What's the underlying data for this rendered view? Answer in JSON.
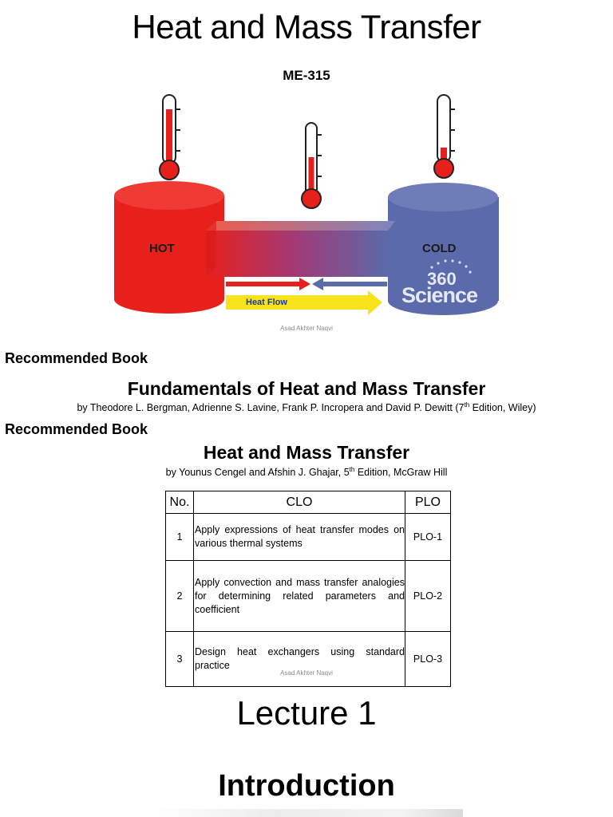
{
  "header": {
    "title": "Heat and Mass Transfer",
    "course_code": "ME-315"
  },
  "illustration": {
    "hot_label": "HOT",
    "cold_label": "COLD",
    "flow_label": "Heat Flow",
    "logo_number": "360",
    "logo_word": "Science",
    "hot_color": "#e8201c",
    "cold_color": "#5b6aaa",
    "flow_arrow_color": "#f7e21c"
  },
  "credit": "Asad Akhter Naqvi",
  "books": [
    {
      "label": "Recommended Book",
      "title": "Fundamentals of Heat and Mass Transfer",
      "by_pre": "by Theodore L. Bergman, Adrienne S. Lavine, Frank P. Incropera and David P. Dewitt (7",
      "by_sup": "th",
      "by_post": " Edition, Wiley)"
    },
    {
      "label": "Recommended Book",
      "title": "Heat and Mass Transfer",
      "by_pre": "by Younus Cengel and Afshin J. Ghajar, 5",
      "by_sup": "th",
      "by_post": " Edition, McGraw Hill"
    }
  ],
  "clo_table": {
    "headers": [
      "No.",
      "CLO",
      "PLO"
    ],
    "rows": [
      {
        "no": "1",
        "clo": "Apply expressions of heat transfer modes on various thermal systems",
        "plo": "PLO-1"
      },
      {
        "no": "2",
        "clo": "Apply convection and mass transfer analogies for determining related parameters and coefficient",
        "plo": "PLO-2"
      },
      {
        "no": "3",
        "clo": "Design heat exchangers using standard practice",
        "plo": "PLO-3"
      }
    ]
  },
  "lecture": "Lecture 1",
  "introduction": "Introduction"
}
